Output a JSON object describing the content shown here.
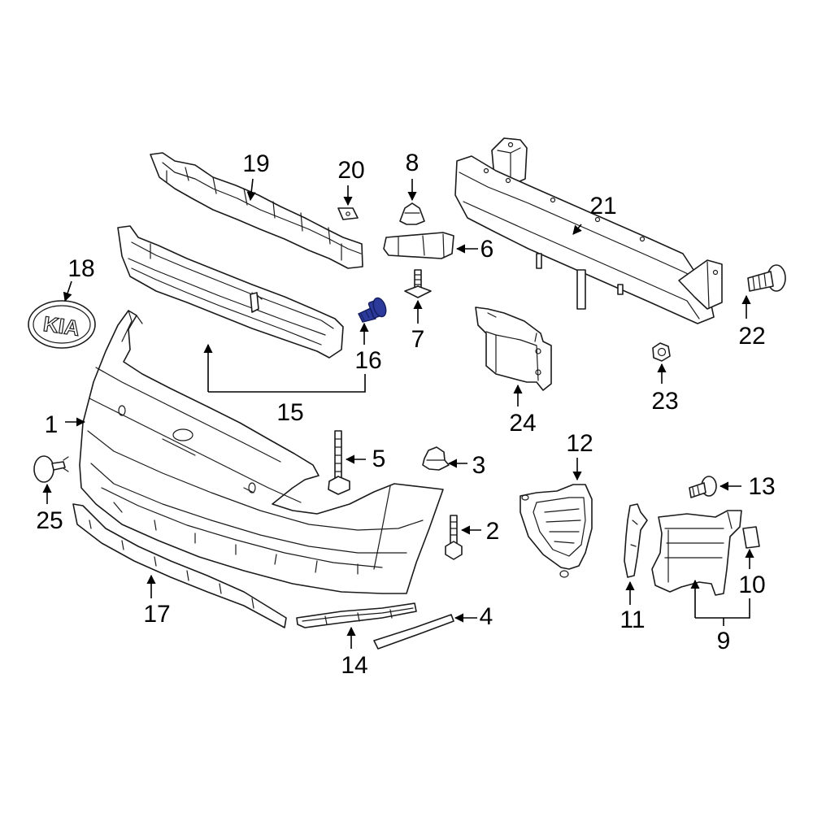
{
  "colors": {
    "line": "#1a1a1a",
    "background": "#ffffff",
    "highlight_fill": "#2b3a9b",
    "highlight_stroke": "#141d5c"
  },
  "highlighted_part": "16",
  "emblem_text": "KIA",
  "callouts": {
    "c1": "1",
    "c2": "2",
    "c3": "3",
    "c4": "4",
    "c5": "5",
    "c6": "6",
    "c7": "7",
    "c8": "8",
    "c9": "9",
    "c10": "10",
    "c11": "11",
    "c12": "12",
    "c13": "13",
    "c14": "14",
    "c15": "15",
    "c16": "16",
    "c17": "17",
    "c18": "18",
    "c19": "19",
    "c20": "20",
    "c21": "21",
    "c22": "22",
    "c23": "23",
    "c24": "24",
    "c25": "25"
  }
}
